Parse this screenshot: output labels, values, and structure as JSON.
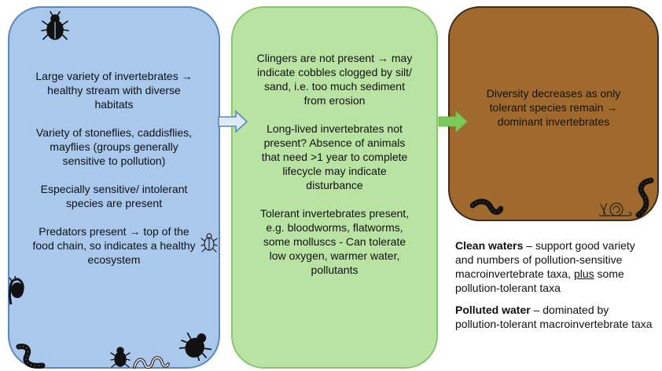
{
  "clean_panel": {
    "paragraphs": [
      "Large variety of invertebrates → healthy stream with diverse habitats",
      "Variety of stoneflies, caddisflies, mayflies (groups generally sensitive to pollution)",
      "Especially sensitive/ intolerant species are present",
      "Predators present → top of the food chain, so indicates a healthy ecosystem"
    ]
  },
  "middle_panel": {
    "paragraphs": [
      "Clingers are not present → may indicate cobbles clogged by silt/ sand, i.e. too much sediment from erosion",
      "Long-lived invertebrates not present? Absence of animals that need >1 year to complete lifecycle may indicate disturbance",
      "Tolerant invertebrates present, e.g. bloodworms, flatworms, some molluscs - Can tolerate low oxygen, warmer water, pollutants"
    ]
  },
  "polluted_panel": {
    "text": "Diversity decreases as only tolerant species remain → dominant invertebrates"
  },
  "legend": {
    "clean_term": "Clean waters",
    "clean_def_a": " – support good variety and numbers of pollution-sensitive macroinvertebrate taxa, ",
    "clean_plus": "plus",
    "clean_def_b": " some pollution-tolerant taxa",
    "polluted_term": "Polluted water",
    "polluted_def": " – dominated by pollution-tolerant macroinvertebrate taxa"
  },
  "colors": {
    "clean_fill": "#a9c8ec",
    "middle_fill": "#b9e3a3",
    "polluted_fill": "#a06a2f"
  },
  "icons": [
    "beetle-icon",
    "bug-outline-icon",
    "snail-icon",
    "worm-icon",
    "snail-outline-icon"
  ]
}
